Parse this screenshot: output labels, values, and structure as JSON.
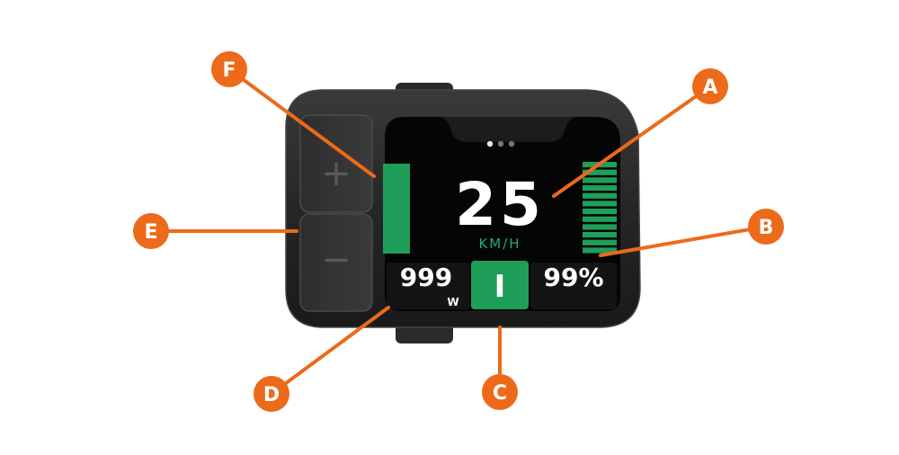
{
  "display": {
    "speed": "25",
    "speed_unit": "KM/H",
    "power": "999",
    "power_unit": "W",
    "assist_level": "I",
    "battery": "99%"
  },
  "buttons": {
    "plus": "+",
    "minus": "−"
  },
  "callouts": {
    "A": "A",
    "B": "B",
    "C": "C",
    "D": "D",
    "E": "E",
    "F": "F"
  },
  "colors": {
    "accent_green": "#1f9e5a",
    "callout_orange": "#ec6a1a",
    "screen": "#050505",
    "housing": "#2a2a2a"
  },
  "battery_segments": 12,
  "page_indicator_count": 3
}
